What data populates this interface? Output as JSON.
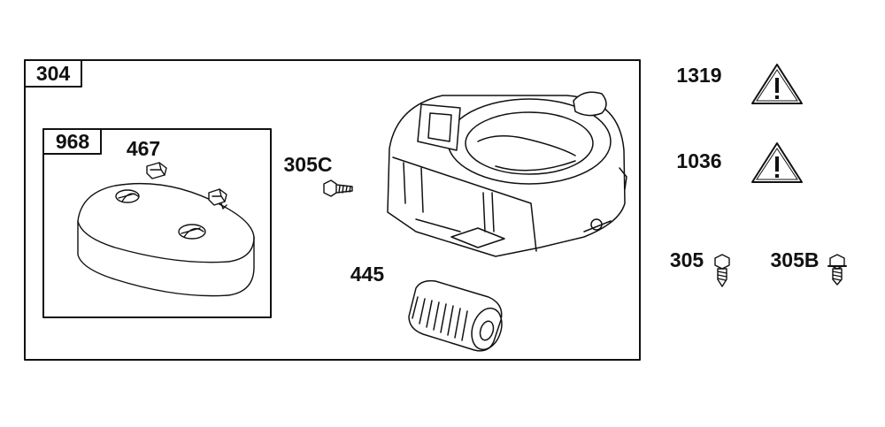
{
  "diagram": {
    "main_assembly_label": "304",
    "sub_assembly_label": "968",
    "parts": {
      "p467": "467",
      "p305c": "305C",
      "p445": "445",
      "p1319": "1319",
      "p1036": "1036",
      "p305": "305",
      "p305b": "305B"
    }
  },
  "colors": {
    "line": "#111111",
    "background": "#ffffff"
  },
  "icons": [
    "warning-triangle-icon",
    "screw-icon",
    "bolt-icon",
    "filter-cartridge-icon",
    "blower-housing-icon",
    "air-cleaner-cover-icon",
    "retainer-clip-icon"
  ]
}
